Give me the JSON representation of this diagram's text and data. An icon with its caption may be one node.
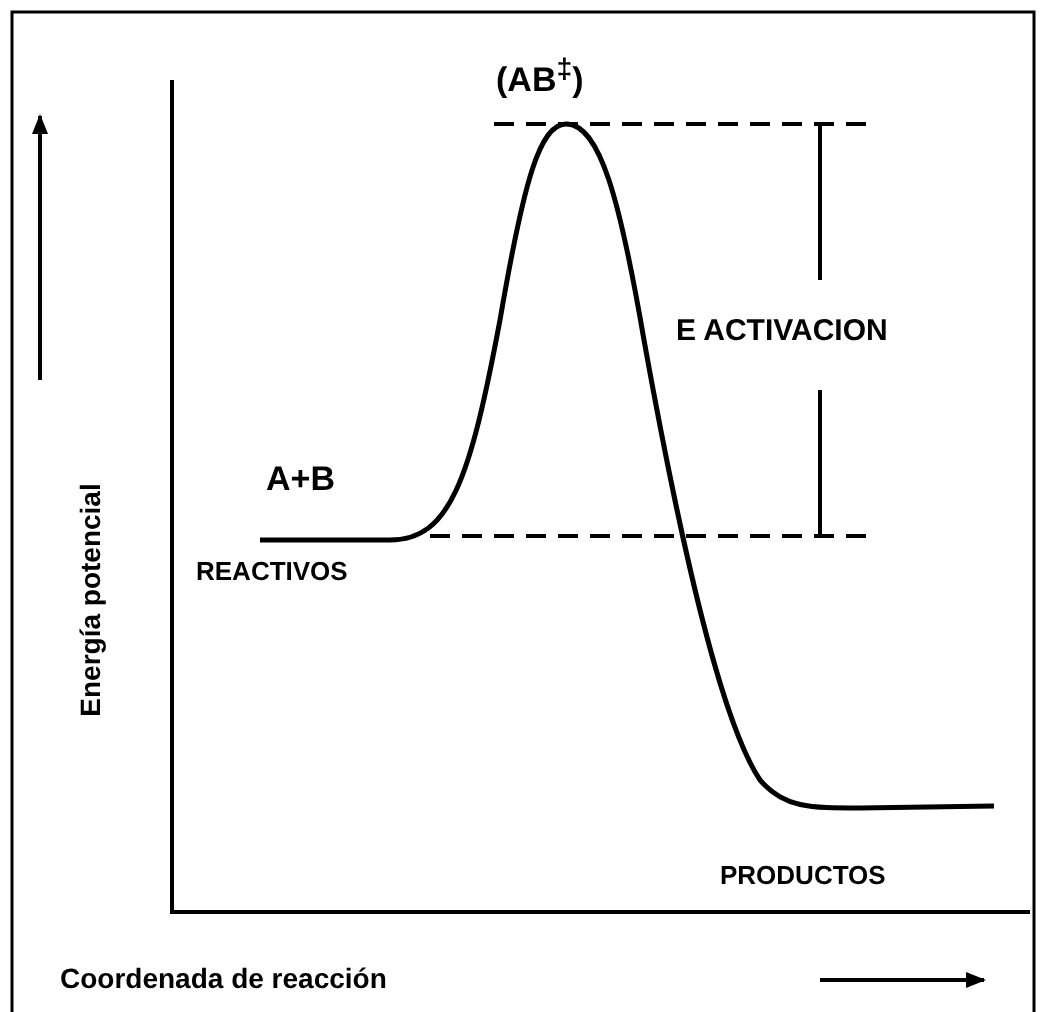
{
  "diagram": {
    "labels": [
      "(AB$^{‡}$)",
      "E ACTIVACION",
      "A+B",
      "REACTIVOS",
      "PRODUCTOS",
      "Energía potencial",
      "Coordenada de reacción"
    ]
  }
}
